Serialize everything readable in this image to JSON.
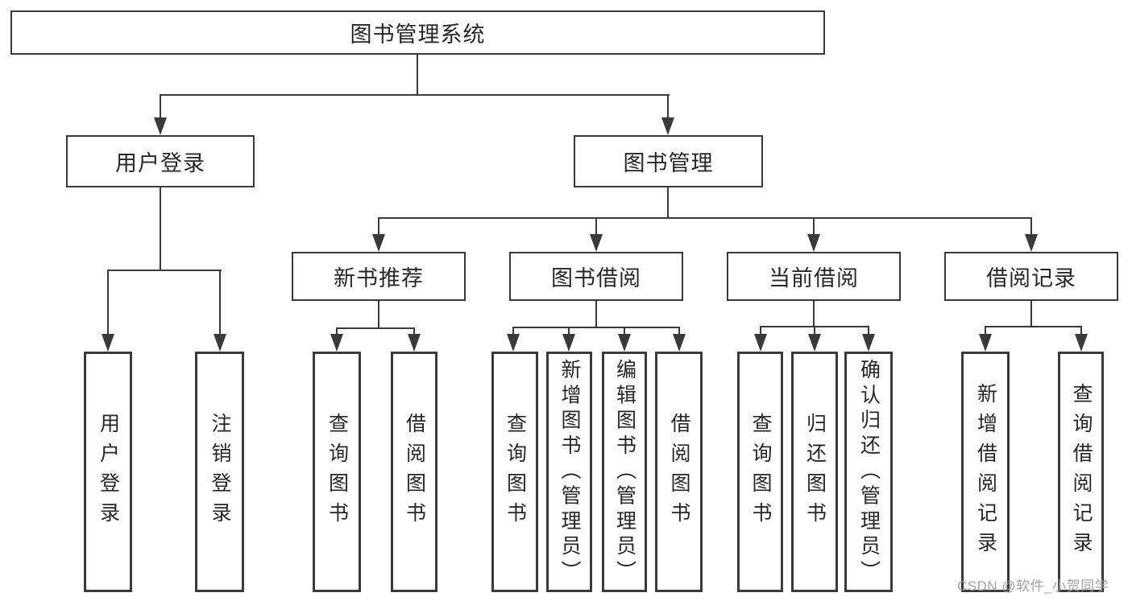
{
  "diagram": {
    "title": "图书管理系统",
    "watermark": "CSDN @软件_小贺同学",
    "colors": {
      "line": "#3a3a3c",
      "box_border": "#3a3a3c",
      "text": "#272729",
      "background": "#ffffff",
      "watermark": "#9e9e9e"
    },
    "nodes": [
      {
        "id": "root",
        "label": "图书管理系统",
        "parent": null
      },
      {
        "id": "user-login",
        "label": "用户登录",
        "parent": "root"
      },
      {
        "id": "book-mgmt",
        "label": "图书管理",
        "parent": "root"
      },
      {
        "id": "user-login-leaf",
        "label": "用户登录",
        "parent": "user-login"
      },
      {
        "id": "logout-leaf",
        "label": "注销登录",
        "parent": "user-login"
      },
      {
        "id": "new-book-rec",
        "label": "新书推荐",
        "parent": "book-mgmt"
      },
      {
        "id": "book-borrow",
        "label": "图书借阅",
        "parent": "book-mgmt"
      },
      {
        "id": "current-borrow",
        "label": "当前借阅",
        "parent": "book-mgmt"
      },
      {
        "id": "borrow-records",
        "label": "借阅记录",
        "parent": "book-mgmt"
      },
      {
        "id": "query-books-rec",
        "label": "查询图书",
        "parent": "new-book-rec"
      },
      {
        "id": "borrow-books-rec",
        "label": "借阅图书",
        "parent": "new-book-rec"
      },
      {
        "id": "query-books-borrow",
        "label": "查询图书",
        "parent": "book-borrow"
      },
      {
        "id": "add-books-admin",
        "label": "新增图书（管理员）",
        "parent": "book-borrow"
      },
      {
        "id": "edit-books-admin",
        "label": "编辑图书（管理员）",
        "parent": "book-borrow"
      },
      {
        "id": "borrow-books-borrow",
        "label": "借阅图书",
        "parent": "book-borrow"
      },
      {
        "id": "query-books-current",
        "label": "查询图书",
        "parent": "current-borrow"
      },
      {
        "id": "return-books",
        "label": "归还图书",
        "parent": "current-borrow"
      },
      {
        "id": "confirm-return-admin",
        "label": "确认归还（管理员）",
        "parent": "current-borrow"
      },
      {
        "id": "add-borrow-record",
        "label": "新增借阅记录",
        "parent": "borrow-records"
      },
      {
        "id": "query-borrow-record",
        "label": "查询借阅记录",
        "parent": "borrow-records"
      }
    ]
  }
}
